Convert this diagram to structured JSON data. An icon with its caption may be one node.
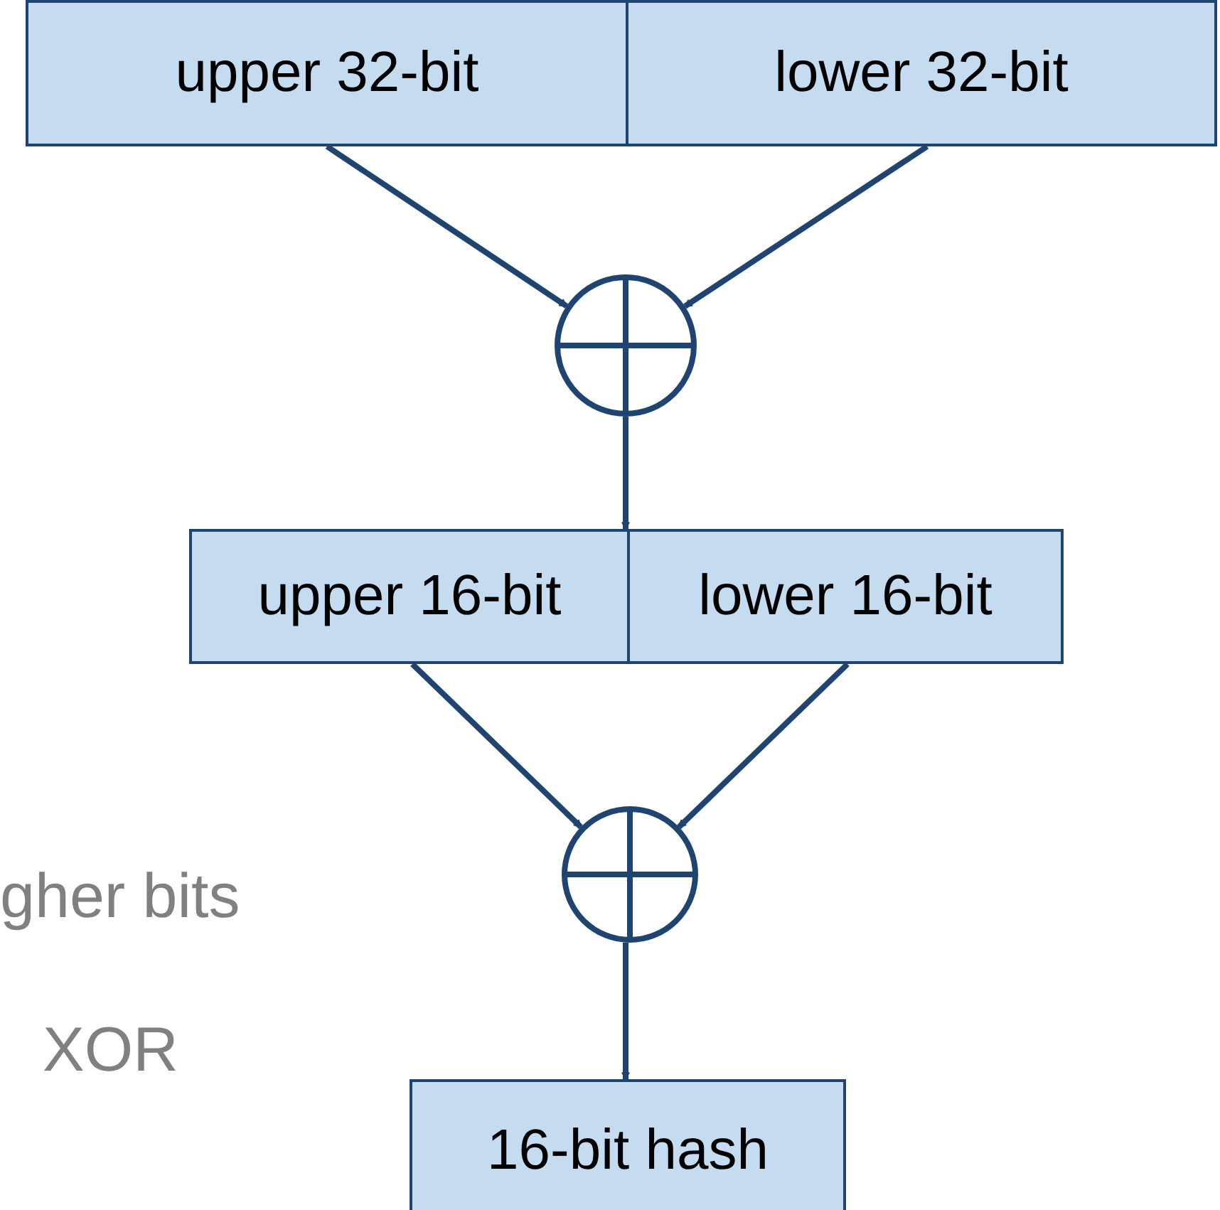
{
  "diagram": {
    "nodes": [
      {
        "text": [
          "upper 32-bit"
        ]
      },
      {
        "text": [
          "lower 32-bit"
        ]
      },
      {
        "text": [],
        "shape": "circle"
      },
      {
        "text": [
          "upper 16-bit"
        ]
      },
      {
        "text": [
          "lower 16-bit"
        ]
      },
      {
        "text": [],
        "shape": "circle"
      },
      {
        "text": [
          "16-bit hash"
        ]
      }
    ],
    "edges": [
      {
        "from": 0,
        "to": 2,
        "arrow": "to"
      },
      {
        "from": 1,
        "to": 2,
        "arrow": "to"
      },
      {
        "from": 2,
        "to": 3,
        "arrow": "to"
      },
      {
        "from": 3,
        "to": 5,
        "arrow": "to"
      },
      {
        "from": 4,
        "to": 5,
        "arrow": "to"
      },
      {
        "from": 5,
        "to": 6,
        "arrow": "to"
      }
    ],
    "labels": [
      "gher bits",
      "XOR"
    ]
  }
}
